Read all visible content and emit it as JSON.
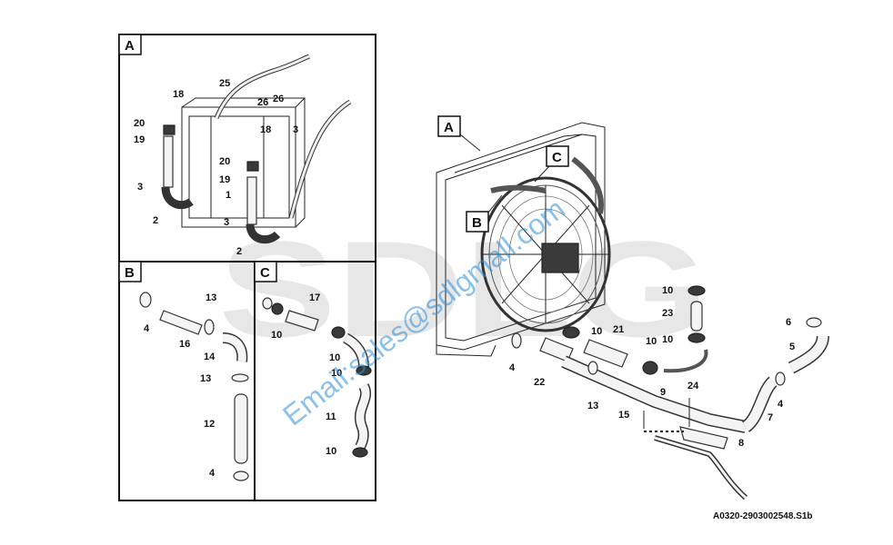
{
  "brand_mark": "SDLG",
  "watermark": "Email:sales@sdlgmall.com",
  "reference_code": "A0320-2903002548.S1b",
  "views": {
    "a": "A",
    "b": "B",
    "c": "C"
  },
  "callouts_view_a": [
    "25",
    "26",
    "26",
    "18",
    "20",
    "19",
    "3",
    "2",
    "18",
    "20",
    "19",
    "1",
    "3",
    "2",
    "3"
  ],
  "callouts_view_b": [
    "13",
    "4",
    "16",
    "14",
    "13",
    "12",
    "4"
  ],
  "callouts_view_c": [
    "17",
    "10",
    "10",
    "10",
    "11",
    "10"
  ],
  "callouts_main": [
    "10",
    "23",
    "10",
    "10",
    "21",
    "10",
    "4",
    "22",
    "13",
    "9",
    "24",
    "15",
    "7",
    "8",
    "6",
    "5",
    "4"
  ]
}
